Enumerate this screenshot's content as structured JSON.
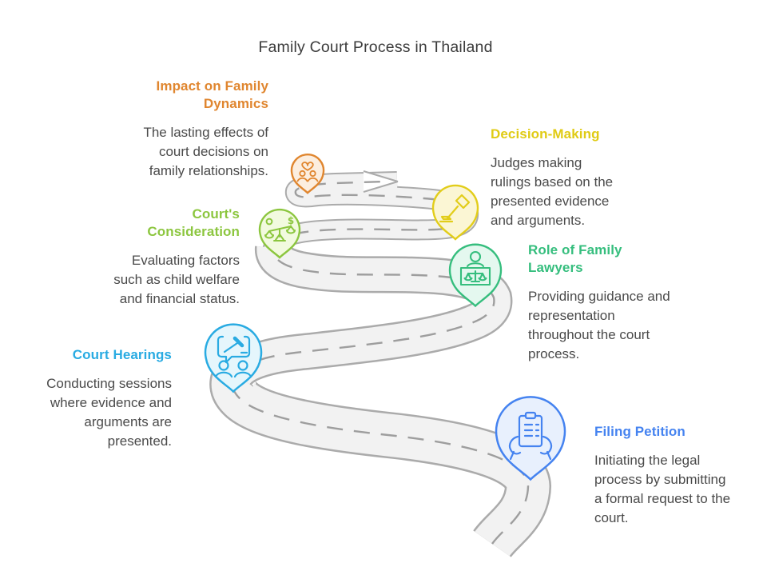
{
  "title": "Family Court Process in Thailand",
  "road": {
    "casing_color": "#ABABAB",
    "surface_color": "#F2F2F2",
    "dash_color": "#9E9E9E"
  },
  "steps": [
    {
      "id": "filing-petition",
      "label": "Filing Petition",
      "description": "Initiating the legal process by submitting a formal request to the court.",
      "color": "#4583F0",
      "pin_fill": "#E8F0FD",
      "icon": "hands-holding-petition-document"
    },
    {
      "id": "court-hearings",
      "label": "Court Hearings",
      "description": "Conducting sessions where evidence and arguments are presented.",
      "color": "#29ABE2",
      "pin_fill": "#E5F6FC",
      "icon": "gavel-speech-bubble-two-people"
    },
    {
      "id": "role-of-family-lawyers",
      "label": "Role of Family Lawyers",
      "description": "Providing guidance and representation throughout the court process.",
      "color": "#36BE7E",
      "pin_fill": "#E4F8EF",
      "icon": "lawyer-at-desk-with-scales"
    },
    {
      "id": "courts-consideration",
      "label": "Court's Consideration",
      "description": "Evaluating factors such as child welfare and financial status.",
      "color": "#8CC63F",
      "pin_fill": "#F2FADF",
      "icon": "balance-scale-person-vs-money",
      "icon_symbol": "$"
    },
    {
      "id": "decision-making",
      "label": "Decision-Making",
      "description": "Judges making rulings based on the presented evidence and arguments.",
      "color": "#E2CD1A",
      "pin_fill": "#FBF6D4",
      "icon": "gavel"
    },
    {
      "id": "impact-on-family-dynamics",
      "label": "Impact on Family Dynamics",
      "description": "The lasting effects of court decisions on family relationships.",
      "color": "#E0862F",
      "pin_fill": "#FCEEDF",
      "icon": "family-with-heart"
    }
  ]
}
